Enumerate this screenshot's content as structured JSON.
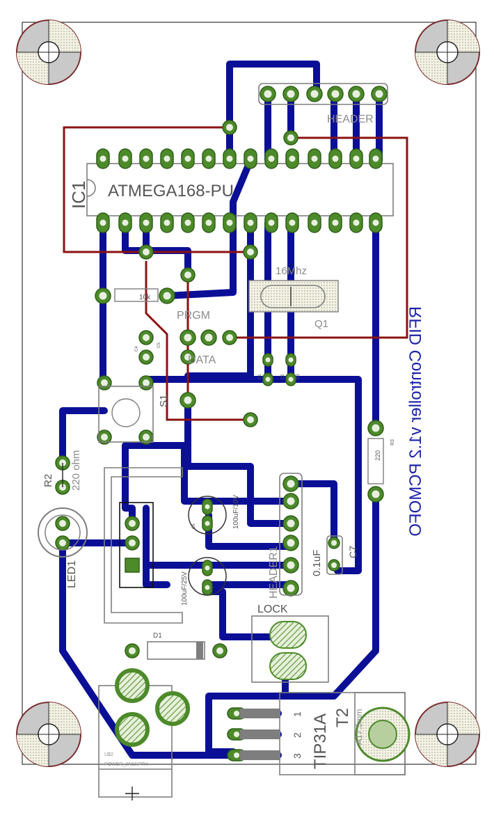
{
  "board": {
    "title": "RFID Controller v1.2  PCMOFO",
    "colors": {
      "trace": "#0b0f96",
      "wire": "#8b1212",
      "pad": "#4d8a2a",
      "silk": "#7e7e7e",
      "mount": "#7a2d2d"
    }
  },
  "labels": {
    "header_top": "HEADER",
    "ic_ref": "IC1",
    "ic_value": "ATMEGA168-PU",
    "crystal_value": "16Mhz",
    "crystal_ref": "Q1",
    "resistor_10k": "10k",
    "prgm": "PRGM",
    "data": "DATA",
    "switch_ref": "S1",
    "r2_ref": "R2",
    "r2_value": "220 ohm",
    "r3_value": "220",
    "r3_ref": "R3",
    "led_ref": "LED1",
    "cap_100uf_10v": "100uF/10V",
    "cap_100uf_25v": "100uF/25V",
    "header1": "HEADER1",
    "c7_value": "0.1uF",
    "c7_ref": "C7",
    "lock": "LOCK",
    "d1": "D1",
    "transistor_part": "TIP31A",
    "transistor_ref": "T2",
    "heatsink": "A17.5mm",
    "pin1": "1",
    "pin2": "2",
    "pin3": "3",
    "jack_ref": "U$2",
    "jack_name": "POWER_JACKPTH",
    "small_c1": "C1",
    "small_c2": "C2",
    "small_c3": "C3",
    "small_c4": "C4",
    "small_c5": "C5",
    "small_c6": "C6"
  },
  "mount_hole_icon": "mounting-hole-icon"
}
